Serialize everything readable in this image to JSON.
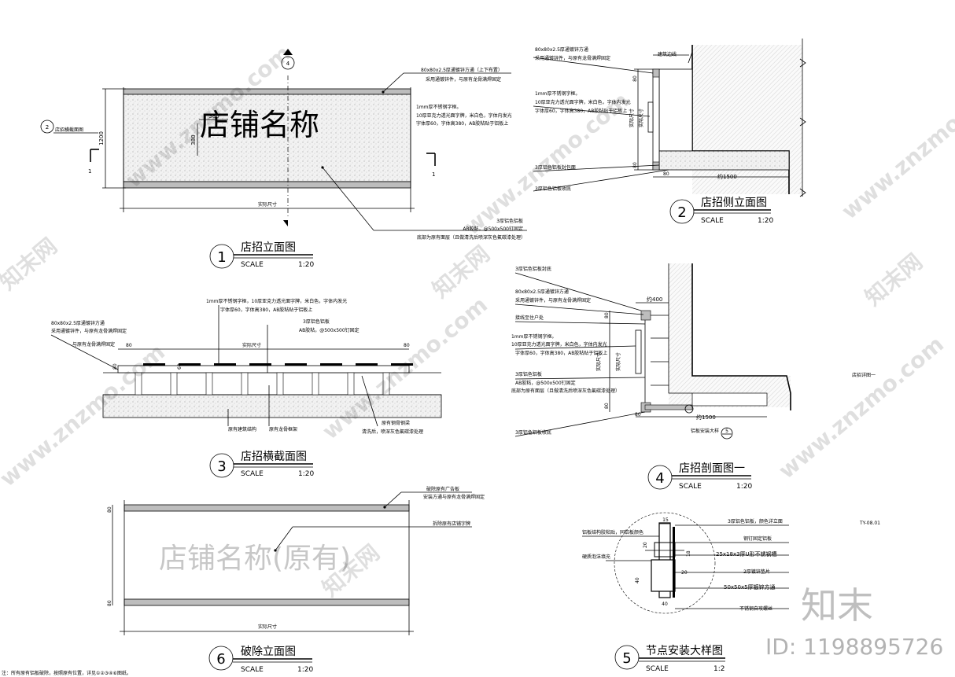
{
  "drawings": {
    "d1": {
      "num": "1",
      "title": "店招立面图",
      "scale_label": "SCALE",
      "scale": "1:20"
    },
    "d2": {
      "num": "2",
      "title": "店招侧立面图",
      "scale_label": "SCALE",
      "scale": "1:20"
    },
    "d3": {
      "num": "3",
      "title": "店招横截面图",
      "scale_label": "SCALE",
      "scale": "1:20"
    },
    "d4": {
      "num": "4",
      "title": "店招剖面图一",
      "scale_label": "SCALE",
      "scale": "1:20"
    },
    "d5": {
      "num": "5",
      "title": "节点安装大样图",
      "scale_label": "SCALE",
      "scale": "1:2"
    },
    "d6": {
      "num": "6",
      "title": "破除立面图",
      "scale_label": "SCALE",
      "scale": "1:20"
    }
  },
  "elevation": {
    "sign_text": "店铺名称",
    "dim_380_h": "380",
    "dim_380_v": "380",
    "dim_1200": "1200",
    "actual_size": "实际尺寸",
    "section_mark": "1",
    "ref_num": "2",
    "ref_label": "店招横截面图",
    "top_ref": "4",
    "note_tube_1": "80x80x2.5厚通镀锌方通（上下布置）",
    "note_tube_2": "采用通镀锌件，与原有龙骨满焊固定",
    "note_letter_1": "1mm厚不锈钢字框。",
    "note_letter_2": "10厚亚克力透光面字牌，米白色，字体内发光",
    "note_letter_3": "字体厚60，字体高380，AB胶粘贴于铝板上",
    "note_panel_1": "3厚铝色铝板",
    "note_panel_2": "AB胶粘，@500x500钉固定",
    "note_panel_3": "底部为原有面层（且做清洗后喷深灰色氟碳漆处理）"
  },
  "side": {
    "label_line": "建筑边线",
    "note_tube_1": "80x80x2.5厚通镀锌方通",
    "note_tube_2": "采用通镀锌件，与原有龙骨满焊固定",
    "note_letter_1": "1mm厚不锈钢字框。",
    "note_letter_2": "10厚亚克力透光面字牌，米白色，字体内发光",
    "note_letter_3": "字体厚60，字体高380，AB胶粘贴于铝板上",
    "note_panel": "3厚铝色铝板封包面",
    "note_bottom": "3厚铝色铝板收底",
    "dim_1500": "约1500",
    "dim_80a": "80",
    "dim_80b": "80",
    "dim_80c": "80",
    "dim_v1": "实际尺寸",
    "dim_v2": "实际尺寸"
  },
  "cross": {
    "note_letter_1": "1mm厚不锈钢字框，10厚亚克力透光面字牌，米白色，字体内发光",
    "note_letter_2": "字体厚60，字体高380，AB胶粘贴于铝板上",
    "note_tube_1": "80x80x2.5厚通镀锌方通",
    "note_tube_2": "采用通镀锌件，与原有龙骨满焊固定",
    "note_keel": "与原有龙骨满焊固定",
    "note_panel_1": "3厚铝色铝板",
    "note_panel_2": "AB胶粘，@500x500钉固定",
    "label_struct": "原有建筑结构",
    "label_keel": "原有龙骨框架",
    "label_beam": "原有钢骨钢梁",
    "label_paint": "清洗后，喷深灰色氟碳漆处理",
    "dim_80a": "80",
    "dim_80b": "80",
    "dim_mid": "实际尺寸",
    "dim_60": "60",
    "dim_80c": "80"
  },
  "section": {
    "note_top": "3厚铝色铝板封底",
    "note_tube_1": "80x80x2.5厚通镀锌方通",
    "note_tube_2": "采用通镀锌件，与原有龙骨满焊固定",
    "note_hole": "接线至住户处",
    "note_letter_1": "1mm厚不锈钢字框。",
    "note_letter_2": "10厚亚克力透光面字牌，米白色，字体内发光",
    "note_letter_3": "字体厚60，字体高380，AB胶粘贴于铝板上",
    "note_panel_1": "3厚铝色铝板",
    "note_panel_2": "AB胶粘，@500x500钉固定",
    "note_panel_3": "底部为原有面层（且做清洗后喷深灰色氟碳漆处理）",
    "note_bottom": "3厚铝色铝板收底",
    "dim_400": "约400",
    "dim_1500": "约1500",
    "dim_80a": "80",
    "dim_80b": "80",
    "dim_v1": "实际尺寸",
    "dim_v2": "实际尺寸",
    "node_label": "铝板安装大样",
    "node_ref": "5",
    "side_text": "店招详图一",
    "code": "TY-08.01"
  },
  "node": {
    "dim_15": "15",
    "dim_18": "18",
    "dim_40a": "40",
    "dim_40b": "40",
    "dim_20a": "20",
    "dim_20b": "20",
    "note_l1": "铝板结构胶粘贴，同铝板颜色",
    "note_l2": "硬质泡沫填充",
    "note_r1": "3厚铝色铝板，颜色详立面",
    "note_r2": "钢钉固定铝板",
    "note_r3": "25x18x3厚U形不锈钢槽",
    "note_r4": "2厚镀锌垫片",
    "note_r5": "50x50x5厚镀锌方通",
    "note_r6": "不锈钢自攻螺丝"
  },
  "demolition": {
    "ghost_text": "店铺名称(原有)",
    "note_r1": "破除原有广告板",
    "note_r2": "安装方通与原有龙骨满焊固定",
    "note_r3": "拆除原有店铺字牌",
    "dim_80a": "80",
    "dim_80b": "80",
    "actual_size": "实际尺寸"
  },
  "footer_note": "注：所有原有铝板破除，按照原有位置，详见①②③④⑥图纸。",
  "watermark": {
    "logo": "知末",
    "id_label": "ID: 1198895726",
    "repeat": "www.znzmo.com",
    "brand": "知末网"
  }
}
